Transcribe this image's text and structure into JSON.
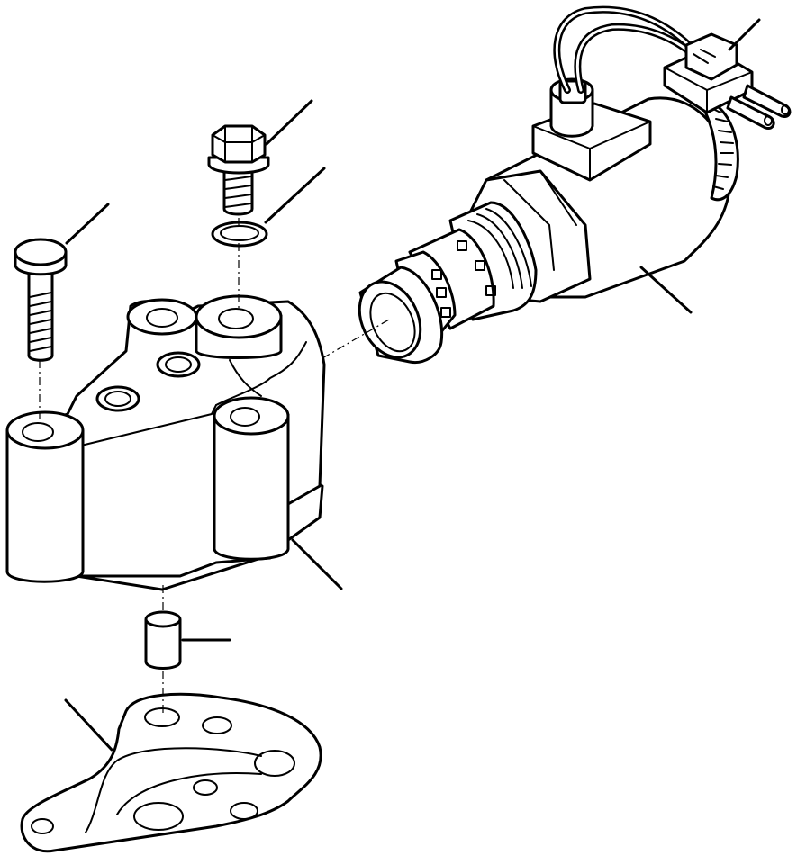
{
  "diagram": {
    "callouts": [
      {
        "name": "connector"
      },
      {
        "name": "solenoid-valve"
      },
      {
        "name": "flange-bolt"
      },
      {
        "name": "washer"
      },
      {
        "name": "hex-bolt"
      },
      {
        "name": "valve-housing"
      },
      {
        "name": "dowel-pin"
      },
      {
        "name": "gasket"
      }
    ]
  }
}
